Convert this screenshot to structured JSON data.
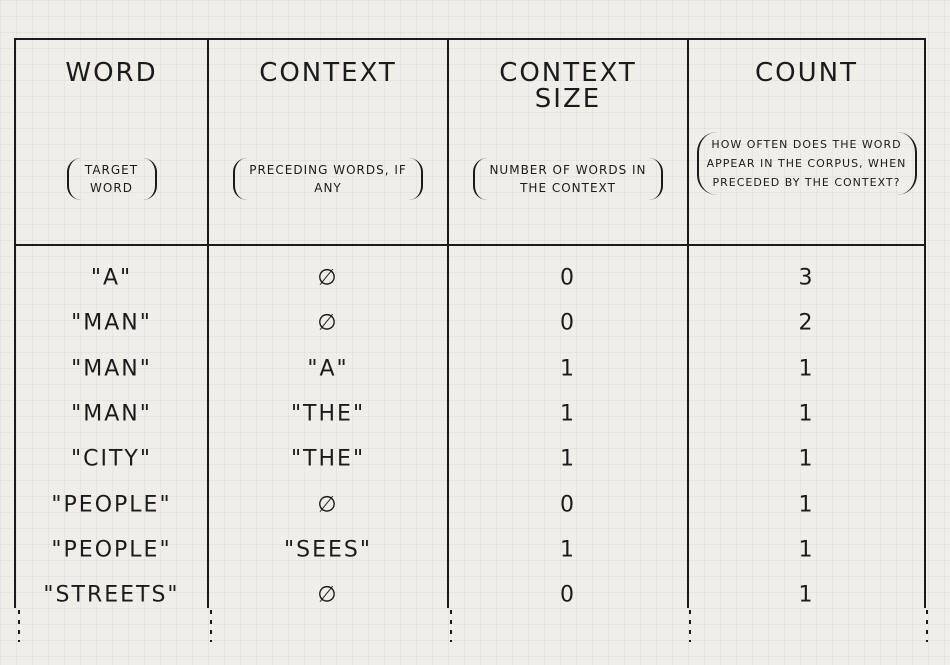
{
  "columns": [
    {
      "title": "WORD",
      "subtitle": "TARGET WORD"
    },
    {
      "title": "CONTEXT",
      "subtitle": "PRECEDING WORDS, IF ANY"
    },
    {
      "title": "CONTEXT SIZE",
      "subtitle": "NUMBER OF WORDS IN THE CONTEXT"
    },
    {
      "title": "COUNT",
      "subtitle": "HOW OFTEN DOES THE WORD APPEAR IN THE CORPUS, WHEN PRECEDED BY THE CONTEXT?"
    }
  ],
  "rows": [
    {
      "word": "\"A\"",
      "context": "∅",
      "size": "0",
      "count": "3"
    },
    {
      "word": "\"MAN\"",
      "context": "∅",
      "size": "0",
      "count": "2"
    },
    {
      "word": "\"MAN\"",
      "context": "\"A\"",
      "size": "1",
      "count": "1"
    },
    {
      "word": "\"MAN\"",
      "context": "\"THE\"",
      "size": "1",
      "count": "1"
    },
    {
      "word": "\"CITY\"",
      "context": "\"THE\"",
      "size": "1",
      "count": "1"
    },
    {
      "word": "\"PEOPLE\"",
      "context": "∅",
      "size": "0",
      "count": "1"
    },
    {
      "word": "\"PEOPLE\"",
      "context": "\"SEES\"",
      "size": "1",
      "count": "1"
    },
    {
      "word": "\"STREETS\"",
      "context": "∅",
      "size": "0",
      "count": "1"
    }
  ]
}
